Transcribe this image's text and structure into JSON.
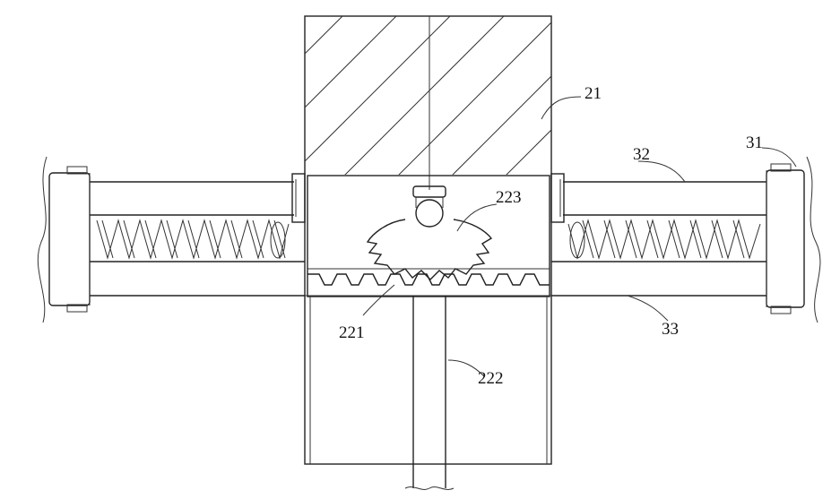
{
  "figure": {
    "labels": {
      "housing": "21",
      "rack": "221",
      "shaft": "222",
      "gear": "223",
      "end_cap": "31",
      "upper_rail": "32",
      "lower_rail": "33"
    },
    "stroke_color": "#222222",
    "background_color": "#ffffff"
  }
}
